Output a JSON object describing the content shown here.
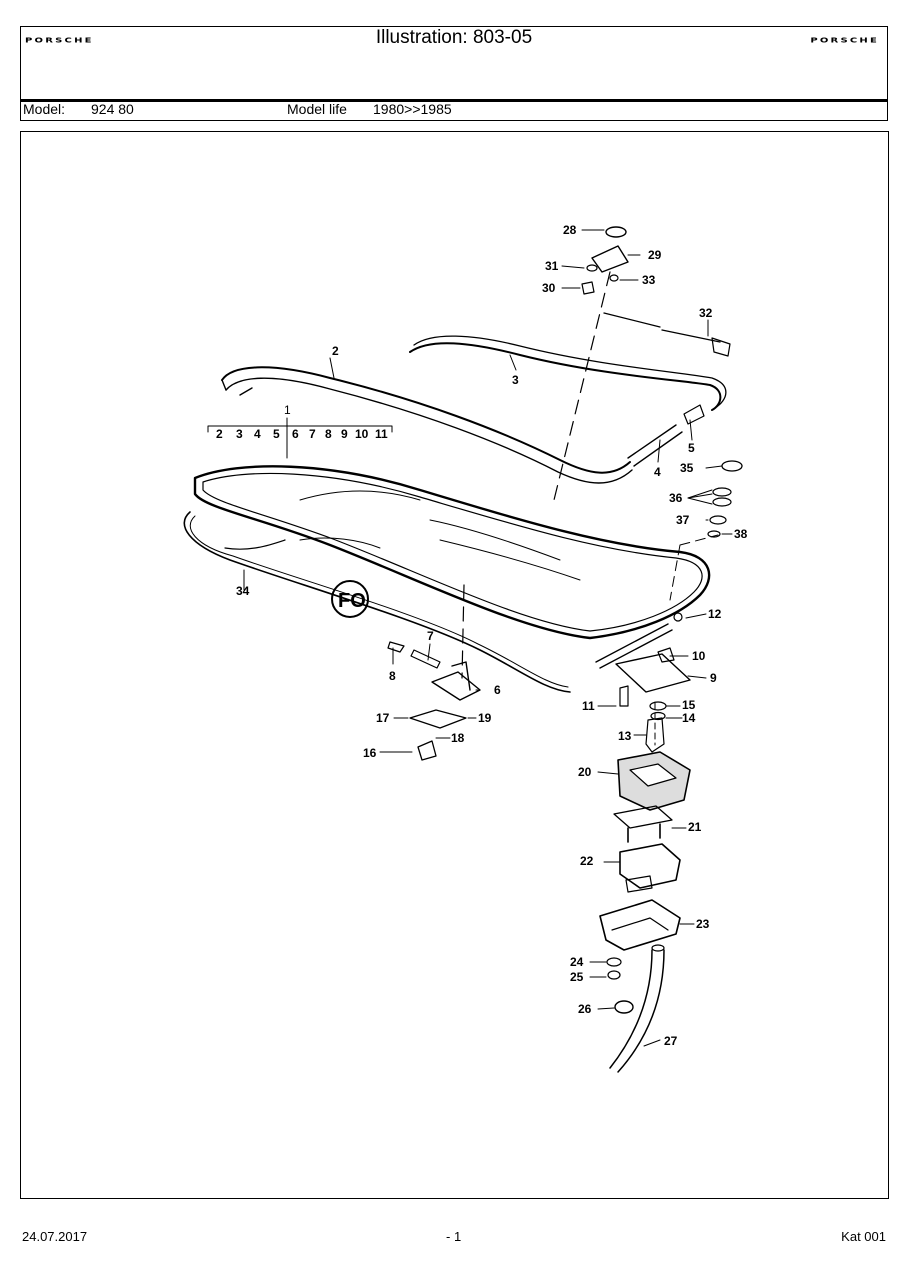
{
  "header": {
    "brand_left": "PORSCHE",
    "brand_right": "PORSCHE",
    "title": "Illustration: 803-05",
    "model_label": "Model:",
    "model_value": "924 80",
    "model_life_label": "Model life",
    "model_life_value": "1980>>1985"
  },
  "diagram": {
    "callouts": [
      "1",
      "2",
      "3",
      "4",
      "5",
      "6",
      "7",
      "8",
      "9",
      "10",
      "11",
      "12",
      "13",
      "14",
      "15",
      "16",
      "17",
      "18",
      "19",
      "20",
      "21",
      "22",
      "23",
      "24",
      "25",
      "26",
      "27",
      "28",
      "29",
      "30",
      "31",
      "32",
      "33",
      "34",
      "35",
      "36",
      "37",
      "38"
    ],
    "scale_labels": [
      "2",
      "3",
      "4",
      "5",
      "6",
      "7",
      "8",
      "9",
      "10",
      "11"
    ],
    "fc_mark": "FO"
  },
  "footer": {
    "date": "24.07.2017",
    "page": "- 1",
    "catalog": "Kat 001"
  }
}
